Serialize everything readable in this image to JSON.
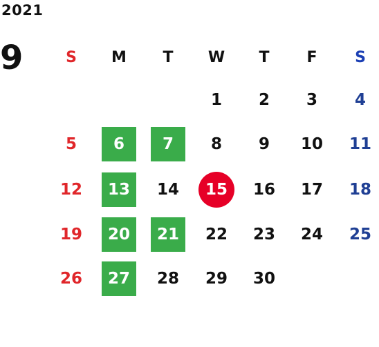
{
  "calendar": {
    "year": "2021",
    "month": "9",
    "weekdays": [
      "S",
      "M",
      "T",
      "W",
      "T",
      "F",
      "S"
    ],
    "weeks": [
      [
        "",
        "",
        "",
        "1",
        "2",
        "3",
        "4"
      ],
      [
        "5",
        "6",
        "7",
        "8",
        "9",
        "10",
        "11"
      ],
      [
        "12",
        "13",
        "14",
        "15",
        "16",
        "17",
        "18"
      ],
      [
        "19",
        "20",
        "21",
        "22",
        "23",
        "24",
        "25"
      ],
      [
        "26",
        "27",
        "28",
        "29",
        "30",
        "",
        ""
      ]
    ],
    "highlighted_days": [
      "6",
      "7",
      "13",
      "20",
      "21",
      "27"
    ],
    "today": "15",
    "colors": {
      "sunday": "#e0262a",
      "saturday": "#1f3f94",
      "highlight": "#3aac4a",
      "today": "#e60027"
    }
  }
}
